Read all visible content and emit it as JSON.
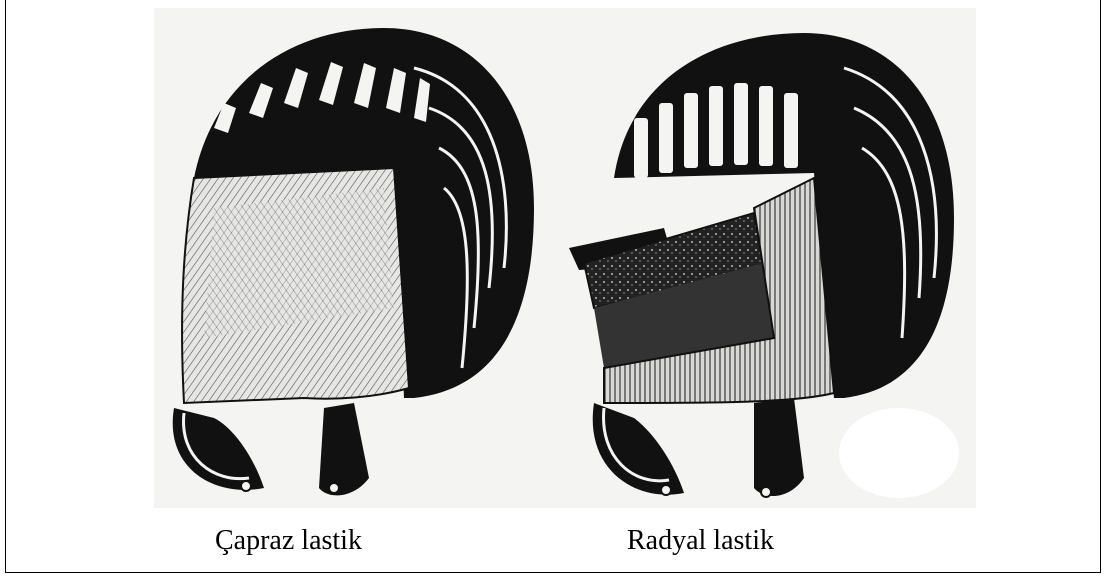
{
  "figure": {
    "left_tire": {
      "label": "Çapraz lastik",
      "illustration": "bias-ply-tire-cutaway"
    },
    "right_tire": {
      "label": "Radyal lastik",
      "illustration": "radial-tire-cutaway"
    },
    "colors": {
      "ink": "#111111",
      "paper": "#f4f4f2",
      "background": "#ffffff"
    }
  }
}
